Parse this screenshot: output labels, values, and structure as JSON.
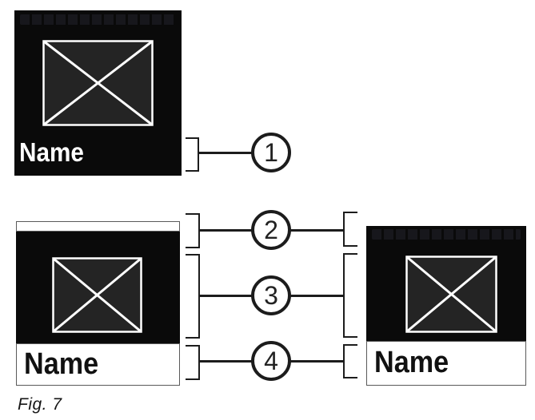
{
  "figure": {
    "caption": "Fig. 7",
    "callouts": [
      {
        "number": "1"
      },
      {
        "number": "2"
      },
      {
        "number": "3"
      },
      {
        "number": "4"
      }
    ],
    "screens": {
      "top": {
        "name_label": "Name"
      },
      "bottom_left": {
        "name_label": "Name"
      },
      "bottom_right": {
        "name_label": "Name"
      }
    },
    "colors": {
      "screen_background": "#0a0a0a",
      "placeholder_fill": "#242424",
      "placeholder_stroke": "#ffffff",
      "outline_color": "#1c1c1c",
      "label_on_dark": "#ffffff",
      "label_on_light": "#111111"
    }
  }
}
